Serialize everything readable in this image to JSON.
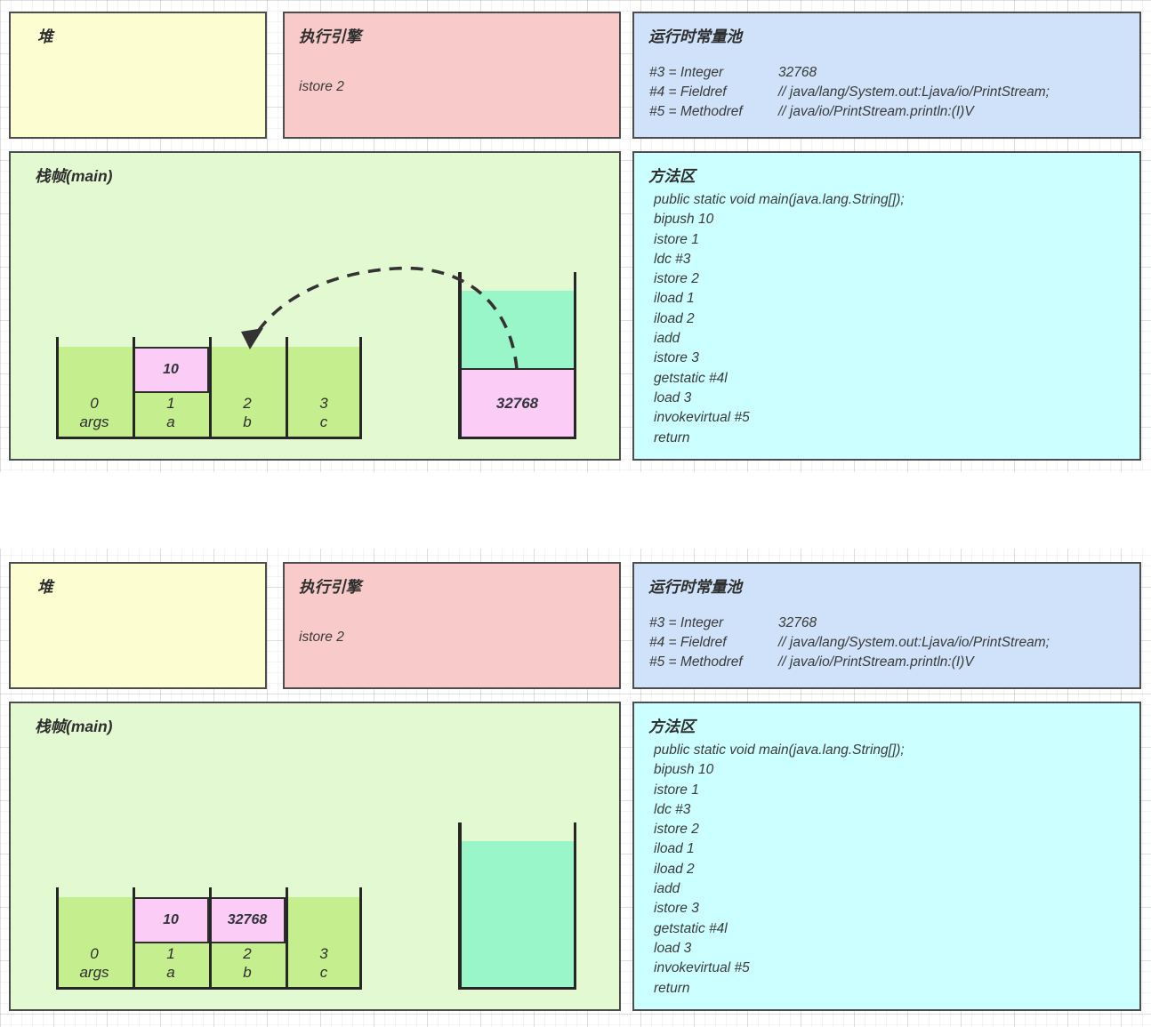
{
  "palette": {
    "heap": "#fdfdd2",
    "engine": "#f9caca",
    "cpool": "#cfe2f9",
    "method": "#ccffff",
    "frame": "#e3f9d2",
    "slot": "#c5ee8e",
    "pinkcell": "#fbccf5",
    "teal": "#99f6c8"
  },
  "states": [
    {
      "heap": {
        "title": "堆"
      },
      "engine": {
        "title": "执行引擎",
        "instruction": "istore 2"
      },
      "constant_pool": {
        "title": "运行时常量池",
        "entries": [
          {
            "name": "#3 = Integer",
            "detail": "32768"
          },
          {
            "name": "#4 = Fieldref",
            "detail": "// java/lang/System.out:Ljava/io/PrintStream;"
          },
          {
            "name": "#5 = Methodref",
            "detail": "// java/io/PrintStream.println:(I)V"
          }
        ]
      },
      "method_area": {
        "title": "方法区",
        "lines": [
          "public static void main(java.lang.String[]);",
          "bipush 10",
          "istore 1",
          "ldc #3",
          "istore 2",
          "iload 1",
          "iload 2",
          "iadd",
          "istore 3",
          "getstatic #4l",
          "load 3",
          "invokevirtual #5",
          "return"
        ]
      },
      "stack_frame": {
        "title": "栈帧(main)",
        "locals": [
          {
            "index": "0",
            "name": "args",
            "value": ""
          },
          {
            "index": "1",
            "name": "a",
            "value": "10"
          },
          {
            "index": "2",
            "name": "b",
            "value": ""
          },
          {
            "index": "3",
            "name": "c",
            "value": ""
          }
        ],
        "operand_stack": [
          "32768"
        ]
      }
    },
    {
      "heap": {
        "title": "堆"
      },
      "engine": {
        "title": "执行引擎",
        "instruction": "istore 2"
      },
      "constant_pool": {
        "title": "运行时常量池",
        "entries": [
          {
            "name": "#3 = Integer",
            "detail": "32768"
          },
          {
            "name": "#4 = Fieldref",
            "detail": "// java/lang/System.out:Ljava/io/PrintStream;"
          },
          {
            "name": "#5 = Methodref",
            "detail": "// java/io/PrintStream.println:(I)V"
          }
        ]
      },
      "method_area": {
        "title": "方法区",
        "lines": [
          "public static void main(java.lang.String[]);",
          "bipush 10",
          "istore 1",
          "ldc #3",
          "istore 2",
          "iload 1",
          "iload 2",
          "iadd",
          "istore 3",
          "getstatic #4l",
          "load 3",
          "invokevirtual #5",
          "return"
        ]
      },
      "stack_frame": {
        "title": "栈帧(main)",
        "locals": [
          {
            "index": "0",
            "name": "args",
            "value": ""
          },
          {
            "index": "1",
            "name": "a",
            "value": "10"
          },
          {
            "index": "2",
            "name": "b",
            "value": "32768"
          },
          {
            "index": "3",
            "name": "c",
            "value": ""
          }
        ],
        "operand_stack": []
      }
    }
  ]
}
